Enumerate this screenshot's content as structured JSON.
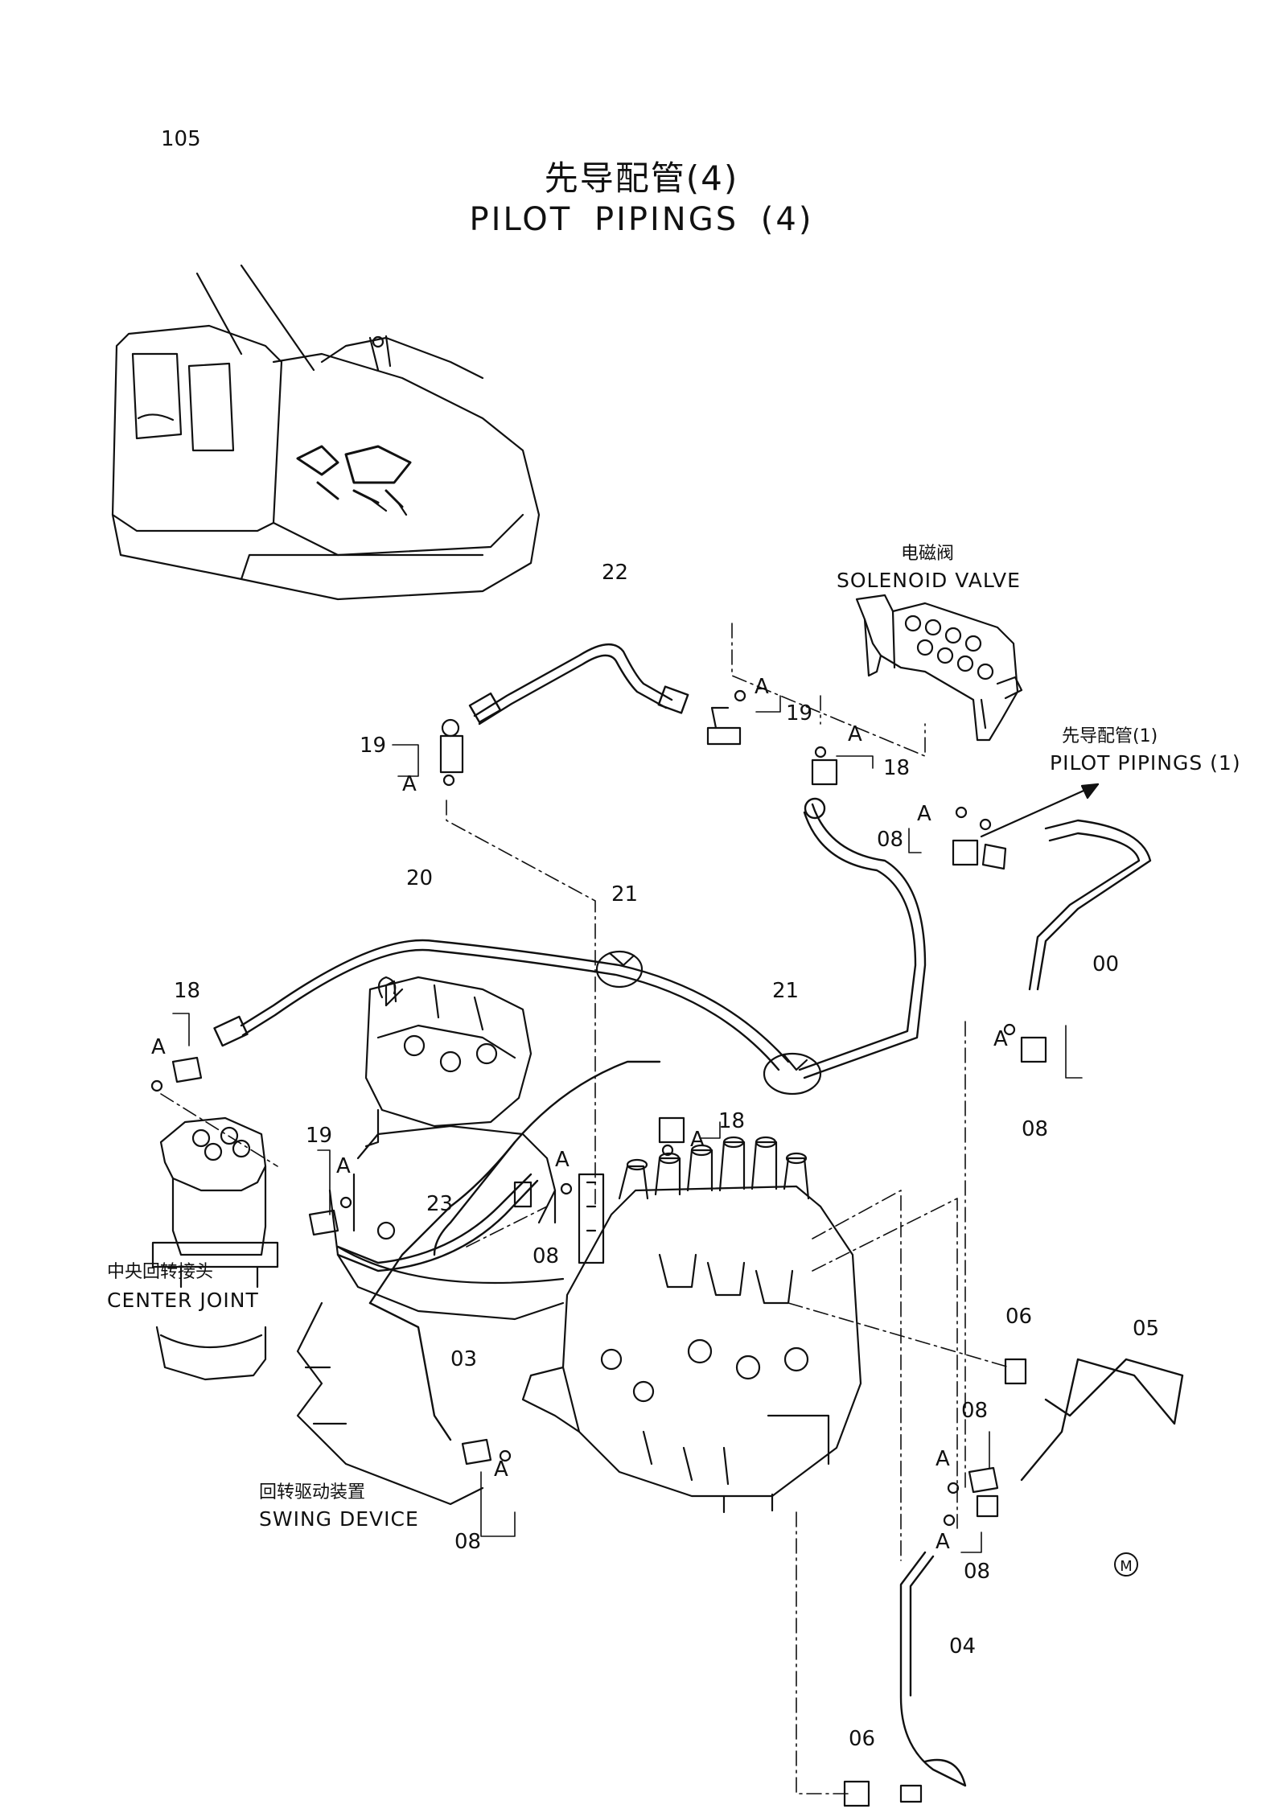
{
  "page_number": "105",
  "title_cn": "先导配管(4)",
  "title_en": "PILOT  PIPINGS  (4)",
  "components": {
    "solenoid_valve_cn": "电磁阀",
    "solenoid_valve_en": "SOLENOID VALVE",
    "pilot_ref_cn": "先导配管(1)",
    "pilot_ref_en": "PILOT PIPINGS (1)",
    "center_joint_cn": "中央回转接头",
    "center_joint_en": "CENTER JOINT",
    "swing_device_cn": "回转驱动装置",
    "swing_device_en": "SWING DEVICE"
  },
  "part_numbers": {
    "p22": "22",
    "p19": "19",
    "p18": "18",
    "p08": "08",
    "p00": "00",
    "p20": "20",
    "p21": "21",
    "p23": "23",
    "p03": "03",
    "p06": "06",
    "p05": "05",
    "p04": "04"
  },
  "callout_letter": "A",
  "mark": "M"
}
